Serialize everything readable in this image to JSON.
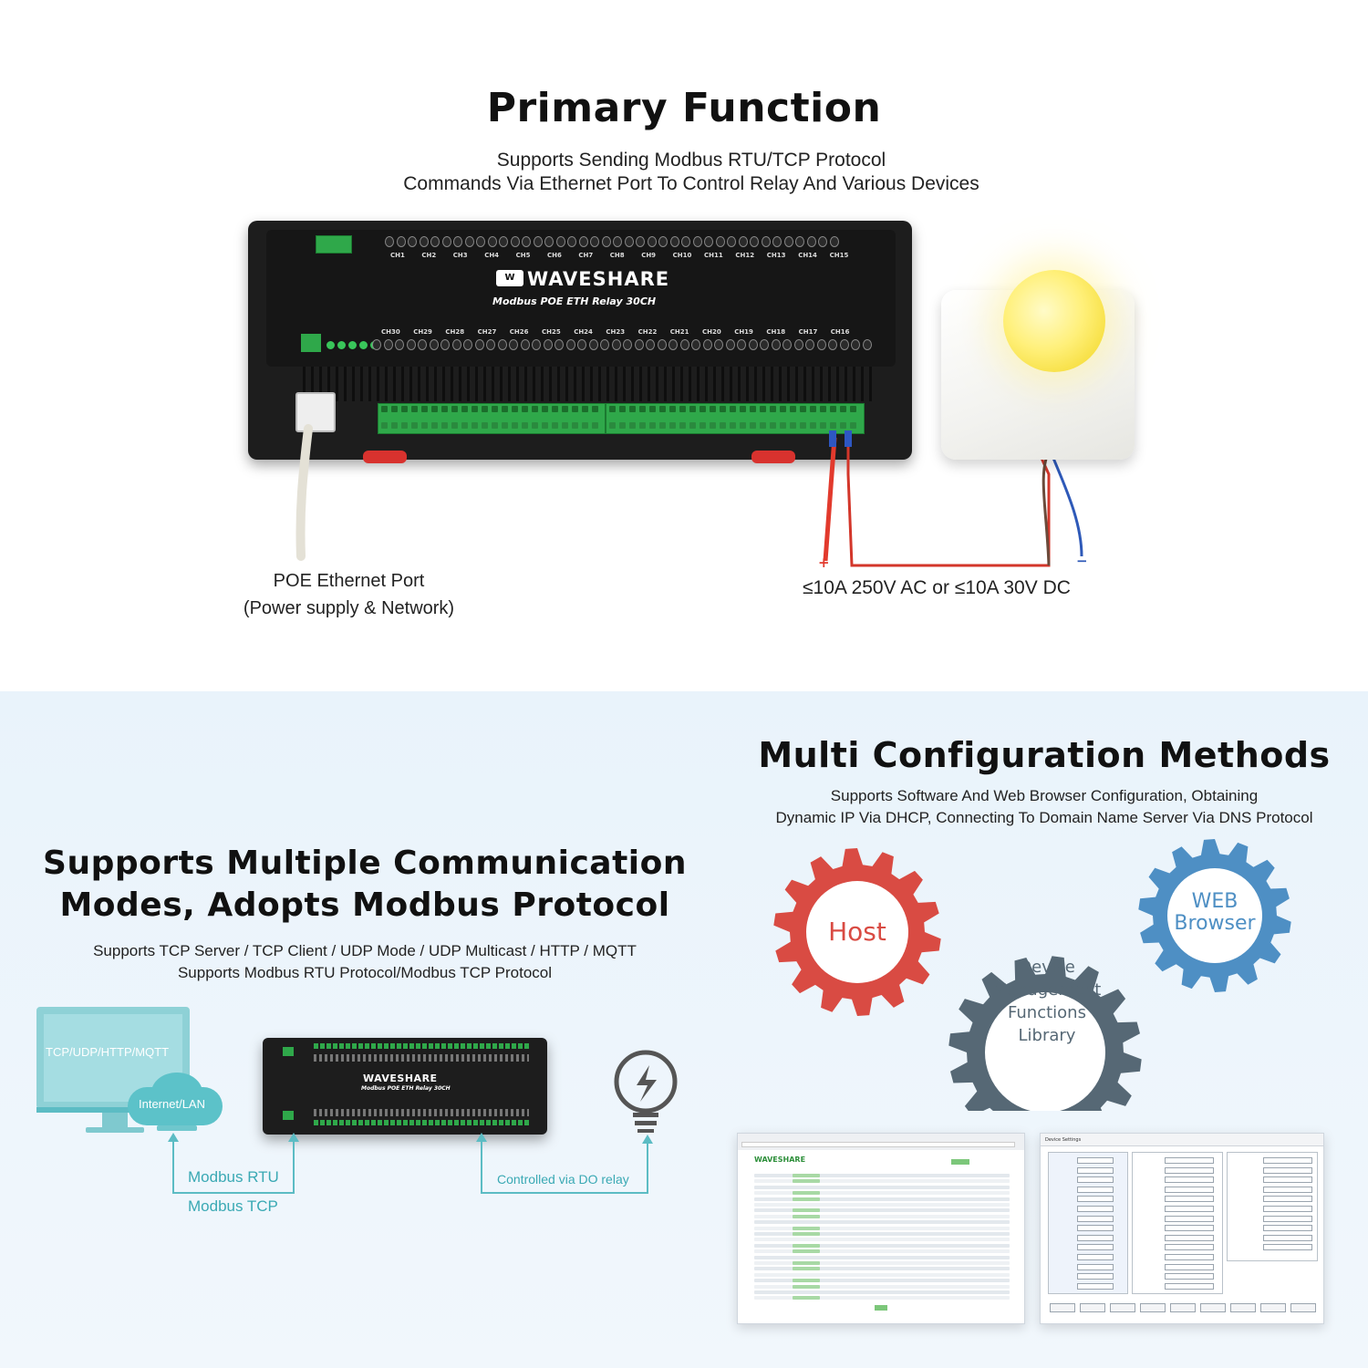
{
  "primary": {
    "title": "Primary Function",
    "subtitle_line1": "Supports Sending Modbus RTU/TCP Protocol",
    "subtitle_line2": "Commands Via Ethernet Port To Control Relay And Various Devices"
  },
  "device": {
    "brand": "WAVESHARE",
    "model": "Modbus POE ETH Relay 30CH",
    "top_channels": [
      "CH1",
      "CH2",
      "CH3",
      "CH4",
      "CH5",
      "CH6",
      "CH7",
      "CH8",
      "CH9",
      "CH10",
      "CH11",
      "CH12",
      "CH13",
      "CH14",
      "CH15"
    ],
    "bottom_channels": [
      "CH30",
      "CH29",
      "CH28",
      "CH27",
      "CH26",
      "CH25",
      "CH24",
      "CH23",
      "CH22",
      "CH21",
      "CH20",
      "CH19",
      "CH18",
      "CH17",
      "CH16"
    ]
  },
  "poe": {
    "line1": "POE Ethernet Port",
    "line2": "(Power supply & Network)"
  },
  "load": {
    "rating": "≤10A 250V AC or ≤10A 30V DC",
    "plus": "+",
    "minus": "−"
  },
  "comm": {
    "title_line1": "Supports Multiple Communication",
    "title_line2": "Modes, Adopts Modbus Protocol",
    "sub_line1": "Supports TCP Server / TCP Client / UDP Mode / UDP Multicast / HTTP / MQTT",
    "sub_line2": "Supports Modbus RTU Protocol/Modbus TCP Protocol",
    "monitor_label": "TCP/UDP/HTTP/MQTT",
    "cloud_label": "Internet/LAN",
    "link_label1": "Modbus RTU",
    "link_label2": "Modbus TCP",
    "relay_label": "Controlled via DO relay"
  },
  "config": {
    "title": "Multi Configuration Methods",
    "sub_line1": "Supports Software And Web Browser Configuration, Obtaining",
    "sub_line2": "Dynamic IP Via DHCP, Connecting To Domain Name Server Via DNS Protocol",
    "gear_host": "Host",
    "gear_device": [
      "Device",
      "Management",
      "Functions",
      "Library"
    ],
    "gear_web": [
      "WEB",
      "Browser"
    ],
    "colors": {
      "host": "#d94b43",
      "device": "#566875",
      "web": "#4e8fc4"
    }
  },
  "screens": {
    "web_logo": "WAVESHARE",
    "dialog_title": "Device Settings"
  }
}
